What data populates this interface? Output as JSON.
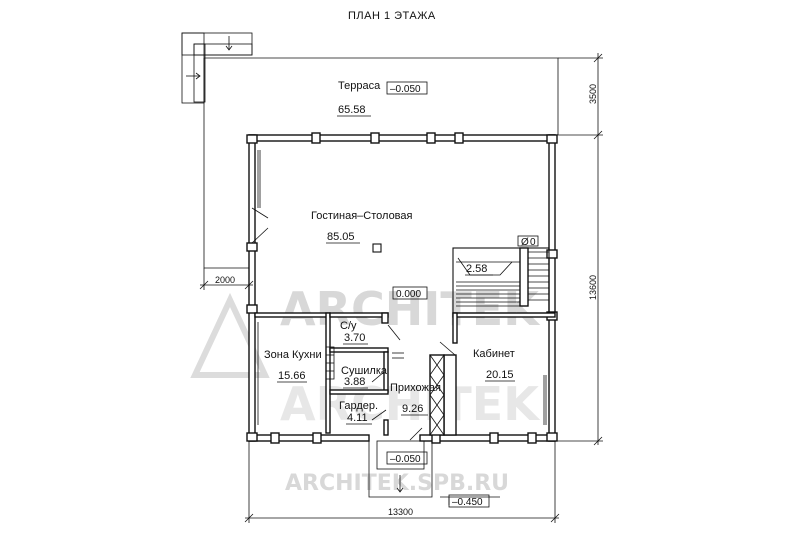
{
  "plan": {
    "title": "ПЛАН 1 ЭТАЖА",
    "rooms": {
      "terrace": {
        "name": "Терраса",
        "area": "65.58"
      },
      "living": {
        "name": "Гостиная–Столовая",
        "area": "85.05"
      },
      "stair": {
        "area": "2.58"
      },
      "wc": {
        "name": "С/у",
        "area": "3.70"
      },
      "kitchen": {
        "name": "Зона Кухни",
        "area": "15.66"
      },
      "dryer": {
        "name": "Сушилка",
        "area": "3.88"
      },
      "hall": {
        "name": "Прихожая",
        "area": "9.26"
      },
      "wardrobe": {
        "name": "Гардер.",
        "area": "4.11"
      },
      "office": {
        "name": "Кабинет",
        "area": "20.15"
      }
    },
    "levels": {
      "terrace": "–0.050",
      "floor": "0.000",
      "porch": "–0.050",
      "ground": "–0.450"
    },
    "chimney_mark": "Ø",
    "chimney_num": "0",
    "dimensions": {
      "terrace_depth": "3500",
      "house_depth": "13600",
      "terrace_side": "2000",
      "house_width": "13300"
    },
    "watermark": {
      "main": "ARCHITEK",
      "url": "ARCHITEK.SPB.RU"
    }
  }
}
